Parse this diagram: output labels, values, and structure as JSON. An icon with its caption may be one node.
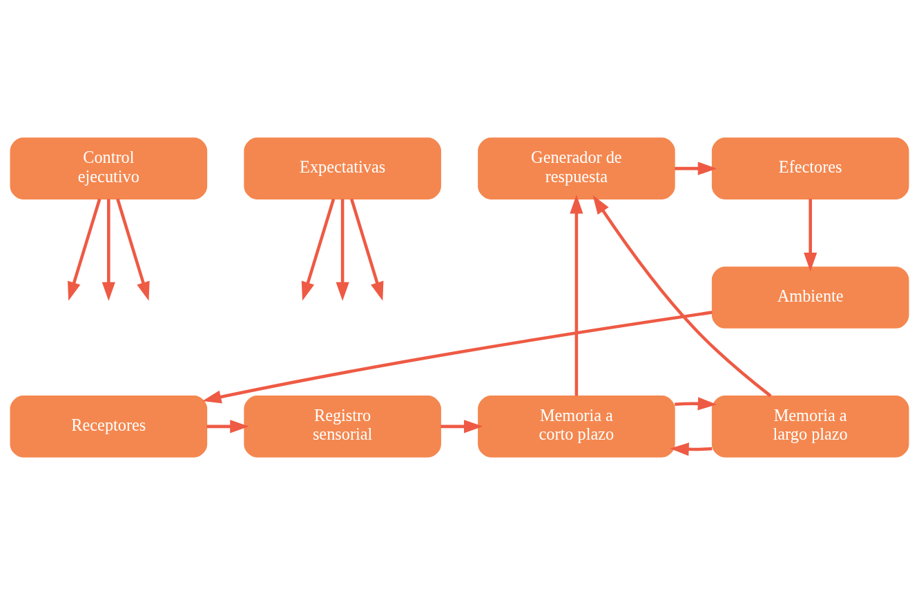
{
  "diagram": {
    "nodes": [
      {
        "text": [
          "Control ejecutivo"
        ]
      },
      {
        "text": [
          "Expectativas"
        ]
      },
      {
        "text": [
          "Efectores"
        ]
      },
      {
        "text": [
          "Generador de respuesta"
        ]
      },
      {
        "text": [
          "Ambiente"
        ]
      },
      {
        "text": [
          "Receptores"
        ]
      },
      {
        "text": [
          "Registro sensorial"
        ]
      },
      {
        "text": [
          "Memoria a corto plazo"
        ]
      },
      {
        "text": [
          "Memoria a largo plazo"
        ]
      }
    ],
    "edges": [
      {
        "from": 0,
        "to": null,
        "arrow": "to"
      },
      {
        "from": 0,
        "to": null,
        "arrow": "to"
      },
      {
        "from": 0,
        "to": null,
        "arrow": "to"
      },
      {
        "from": 1,
        "to": null,
        "arrow": "to"
      },
      {
        "from": 1,
        "to": null,
        "arrow": "to"
      },
      {
        "from": 1,
        "to": null,
        "arrow": "to"
      },
      {
        "from": 3,
        "to": 2,
        "arrow": "to"
      },
      {
        "from": 2,
        "to": 4,
        "arrow": "to"
      },
      {
        "from": 4,
        "to": 5,
        "arrow": "to"
      },
      {
        "from": 5,
        "to": 6,
        "arrow": "to"
      },
      {
        "from": 6,
        "to": 7,
        "arrow": "to"
      },
      {
        "from": 7,
        "to": 3,
        "arrow": "to"
      },
      {
        "from": 8,
        "to": 3,
        "arrow": "to"
      },
      {
        "from": 8,
        "to": 7,
        "arrow": "to"
      },
      {
        "from": 7,
        "to": 8,
        "arrow": "to"
      }
    ]
  }
}
